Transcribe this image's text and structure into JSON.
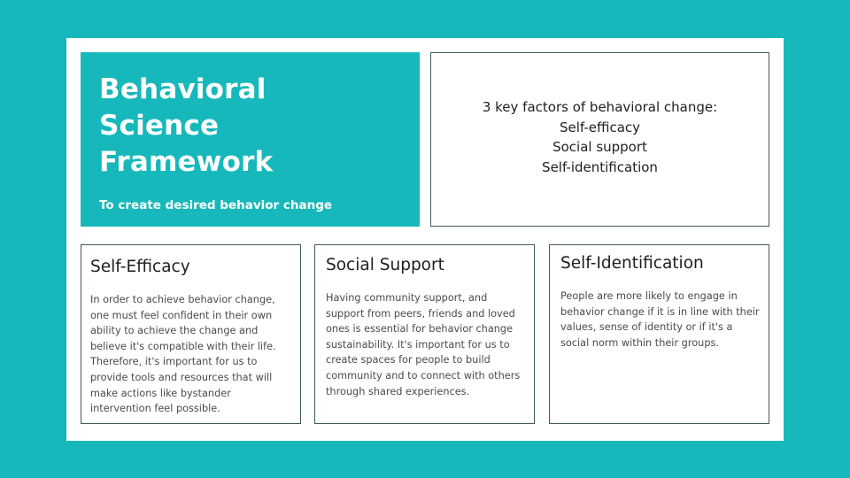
{
  "title": {
    "line1": "Behavioral",
    "line2": "Science",
    "line3": "Framework",
    "subtitle": "To create desired behavior change"
  },
  "key_factors": {
    "heading": "3 key factors of behavioral change:",
    "items": [
      "Self-efficacy",
      "Social support",
      "Self-identification"
    ]
  },
  "cards": [
    {
      "title": "Self-Efficacy",
      "body": "In order to achieve behavior change, one must feel confident in their own ability to achieve the change and believe it's compatible with their life. Therefore, it's important for us to provide tools and resources that will make actions like bystander intervention feel possible."
    },
    {
      "title": "Social Support",
      "body": "Having community support, and support from peers, friends and loved ones is essential for behavior change sustainability. It's important for us to create spaces for people to build community and to connect with others through shared experiences."
    },
    {
      "title": "Self-Identification",
      "body": "People are more likely to engage in behavior change if it is in line with their values, sense of identity or if it's a social norm within their groups."
    }
  ],
  "colors": {
    "accent": "#17b8bb",
    "border": "#3f5b57",
    "background": "#ffffff"
  }
}
